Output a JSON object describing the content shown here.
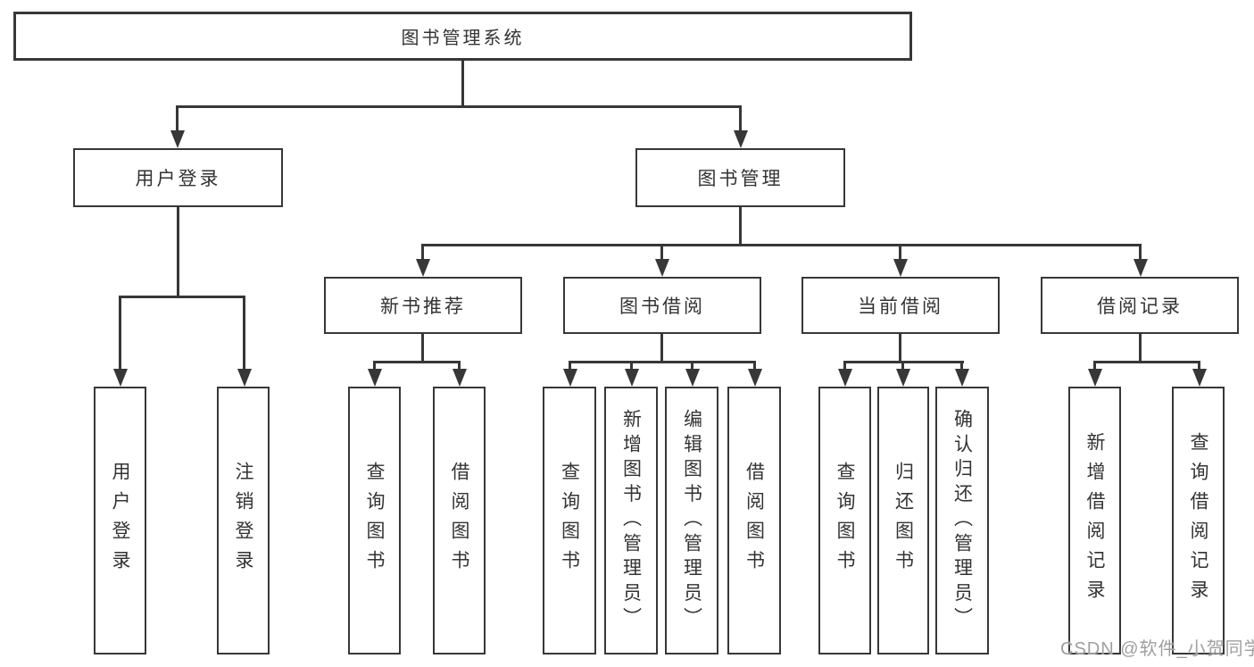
{
  "nodes": {
    "root": "图书管理系统",
    "user_login": "用户登录",
    "book_management": "图书管理",
    "new_book_recommend": "新书推荐",
    "book_borrowing": "图书借阅",
    "current_borrowing": "当前借阅",
    "borrowing_records": "借阅记录"
  },
  "leaves": {
    "user_login": "用户登录",
    "logout": "注销登录",
    "recommend_query_books": "查询图书",
    "recommend_borrow_books": "借阅图书",
    "borrow_query_books": "查询图书",
    "borrow_add_books": "新增图书（管理员）",
    "borrow_edit_books": "编辑图书（管理员）",
    "borrow_borrow_books": "借阅图书",
    "current_query_books": "查询图书",
    "current_return_books": "归还图书",
    "current_confirm_return": "确认归还（管理员）",
    "records_add_record": "新增借阅记录",
    "records_query_record": "查询借阅记录"
  },
  "watermark": "CSDN @软件_小贺同学",
  "colors": {
    "line": "#373737",
    "text": "#333333",
    "watermark": "#9f9f9f",
    "background": "#ffffff"
  }
}
